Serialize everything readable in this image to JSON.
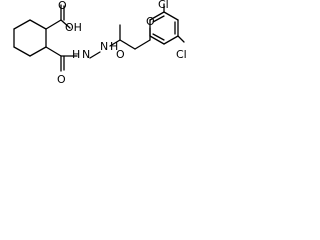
{
  "molecule": {
    "labels": {
      "cooh": "OH",
      "o_acid_carbonyl": "O",
      "o_amide1": "O",
      "nh1": "H",
      "nh1_n": "N",
      "nh2_n": "N",
      "nh2": "H",
      "o_amide2": "O",
      "o_ether": "O",
      "cl_ortho": "Cl",
      "cl_para": "Cl"
    },
    "colors": {
      "bond": "#000000",
      "text": "#000000",
      "background": "#ffffff"
    }
  }
}
